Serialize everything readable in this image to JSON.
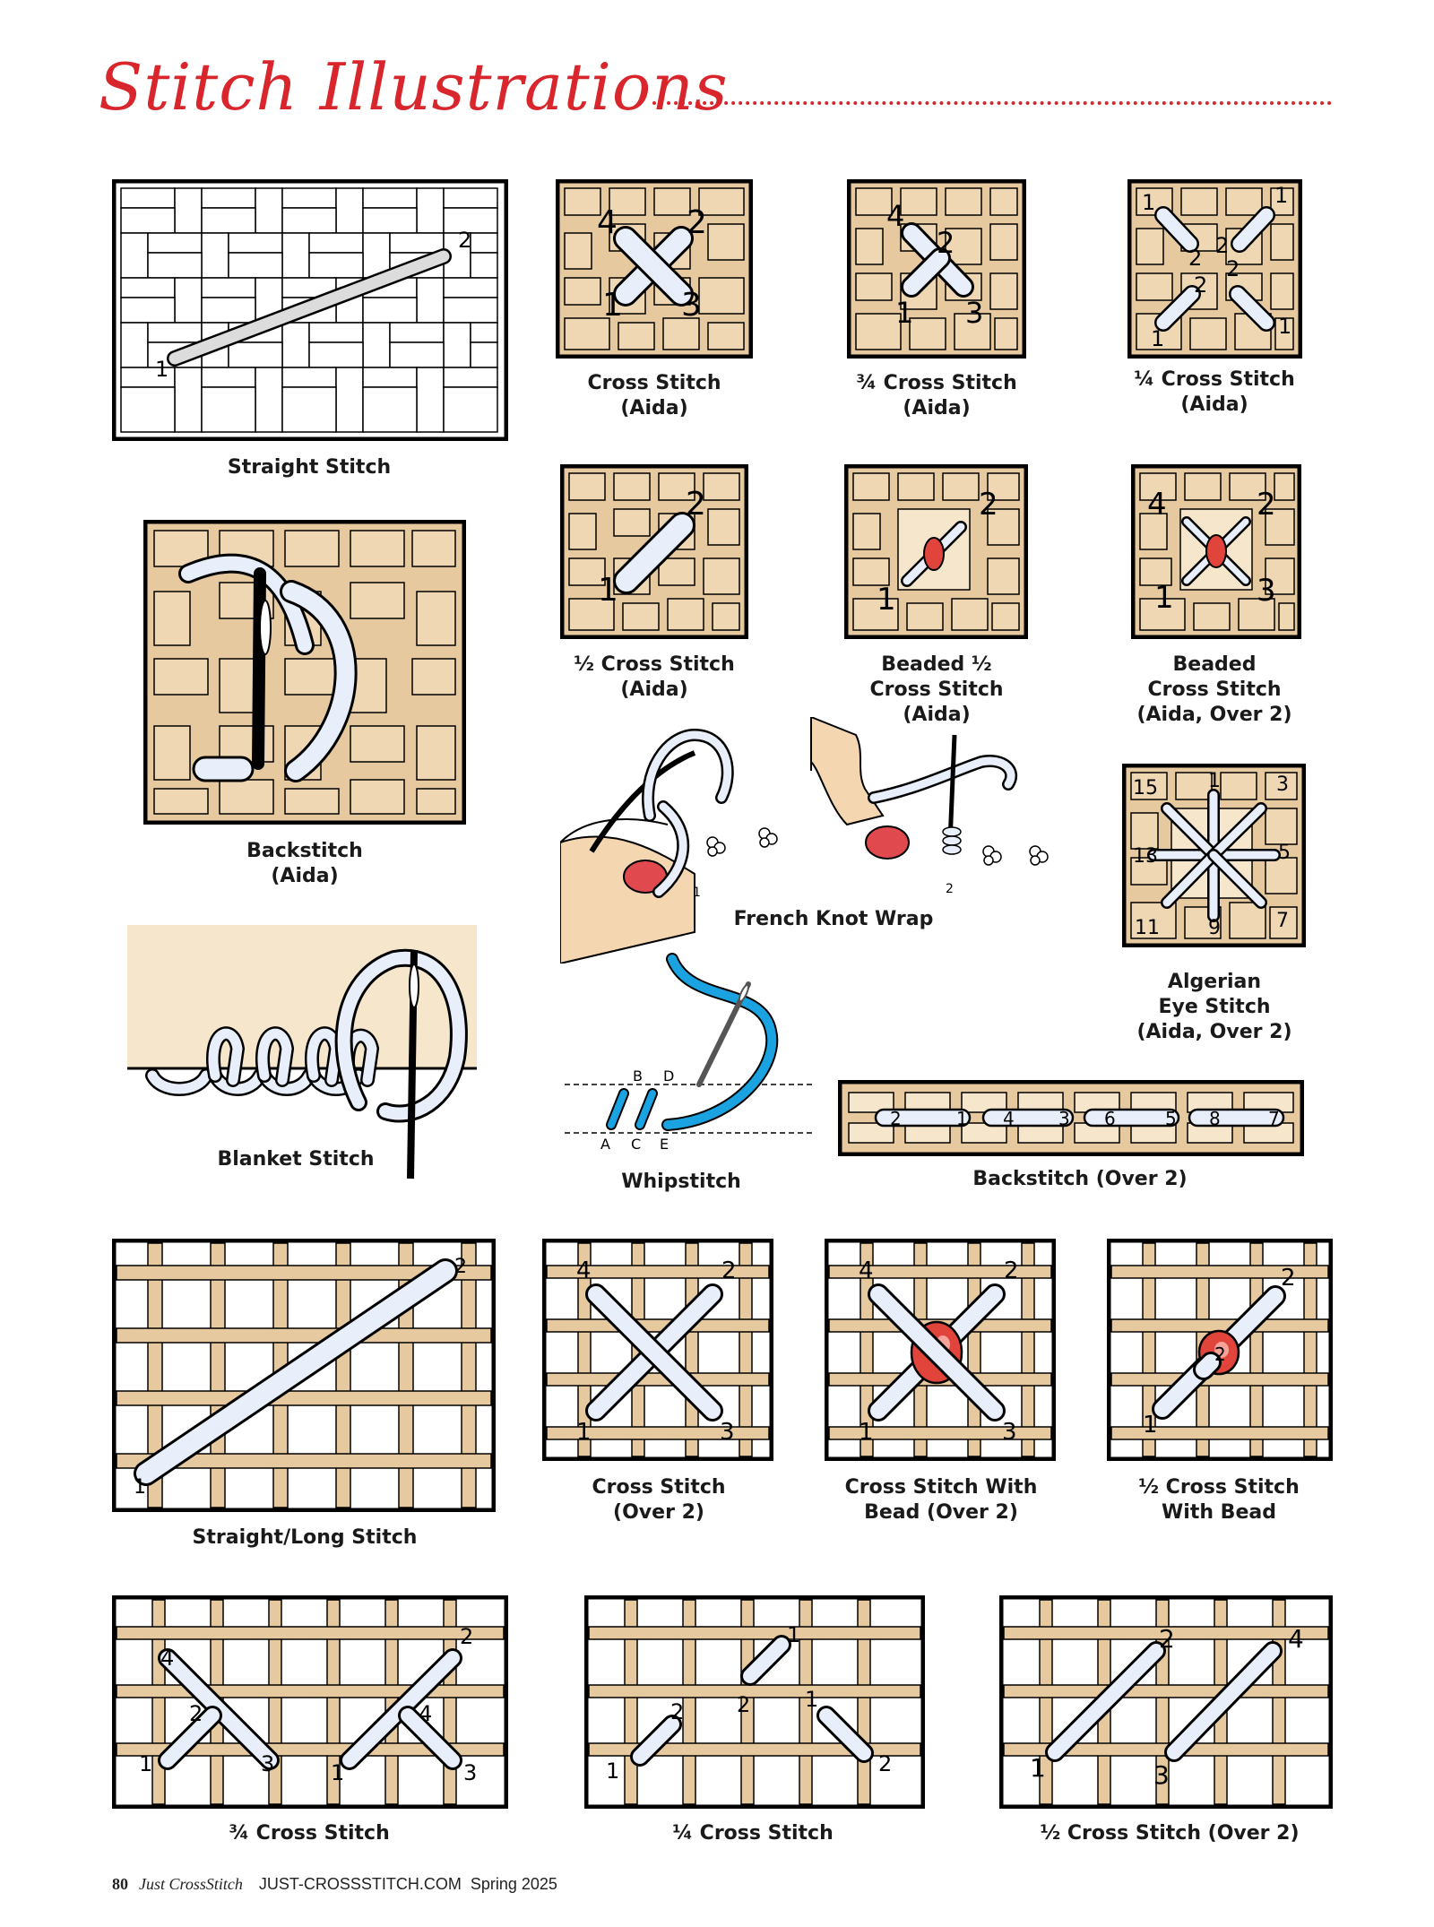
{
  "page": {
    "title": "Stitch Illustrations",
    "accent_color": "#d8262c"
  },
  "captions": {
    "straight": "Straight Stitch",
    "cross_aida": "Cross Stitch\n(Aida)",
    "three_quarter_aida": "¾ Cross Stitch\n(Aida)",
    "quarter_aida": "¼ Cross Stitch\n(Aida)",
    "backstitch_aida": "Backstitch\n(Aida)",
    "half_aida": "½ Cross Stitch\n(Aida)",
    "beaded_half": "Beaded ½\nCross Stitch\n(Aida)",
    "beaded_cross": "Beaded\nCross Stitch\n(Aida, Over 2)",
    "french_knot": "French Knot Wrap",
    "algerian": "Algerian\nEye Stitch\n(Aida, Over 2)",
    "blanket": "Blanket Stitch",
    "whipstitch": "Whipstitch",
    "backstitch_over2": "Backstitch (Over 2)",
    "straight_long": "Straight/Long Stitch",
    "cross_over2": "Cross Stitch\n(Over 2)",
    "cross_bead_over2": "Cross Stitch With\nBead (Over 2)",
    "half_with_bead": "½ Cross Stitch\nWith Bead",
    "three_quarter": "¾ Cross Stitch",
    "quarter": "¼ Cross Stitch",
    "half_over2": "½ Cross Stitch (Over 2)"
  },
  "labels": {
    "straight": [
      "1",
      "2"
    ],
    "cross_aida": [
      "4",
      "2",
      "1",
      "3"
    ],
    "three_quarter_aida": [
      "4",
      "2",
      "1",
      "3"
    ],
    "quarter_aida": [
      "1",
      "1",
      "2",
      "2",
      "2",
      "2",
      "1",
      "1"
    ],
    "half_aida": [
      "2",
      "1"
    ],
    "beaded_half": [
      "2",
      "1"
    ],
    "beaded_cross": [
      "4",
      "2",
      "1",
      "3"
    ],
    "french_knot": [
      "1",
      "2"
    ],
    "algerian": [
      "15",
      "1",
      "3",
      "13",
      "5",
      "11",
      "9",
      "7"
    ],
    "whipstitch": [
      "B",
      "D",
      "A",
      "C",
      "E"
    ],
    "backstitch_over2": [
      "2",
      "1",
      "4",
      "3",
      "6",
      "5",
      "8",
      "7"
    ],
    "straight_long": [
      "2",
      "1"
    ],
    "cross_over2": [
      "4",
      "2",
      "1",
      "3"
    ],
    "cross_bead_over2": [
      "4",
      "2",
      "1",
      "3"
    ],
    "half_with_bead": [
      "2",
      "2",
      "1"
    ],
    "three_quarter": [
      "4",
      "2",
      "1",
      "3",
      "2",
      "4",
      "1",
      "3"
    ],
    "quarter": [
      "1",
      "2",
      "2",
      "1",
      "1",
      "2"
    ],
    "half_over2": [
      "2",
      "4",
      "1",
      "3"
    ]
  },
  "footer": {
    "page_number": "80",
    "magazine": "Just CrossStitch",
    "website": "JUST-CROSSSTITCH.COM",
    "issue": "Spring 2025"
  },
  "colors": {
    "fabric": "#e7c9a0",
    "fabric_light": "#f6e6cc",
    "thread": "#e8eefa",
    "bead": "#e0443a",
    "whip_thread": "#1aa3e0",
    "skin": "#f4d7b0",
    "nail": "#e04a4e"
  }
}
